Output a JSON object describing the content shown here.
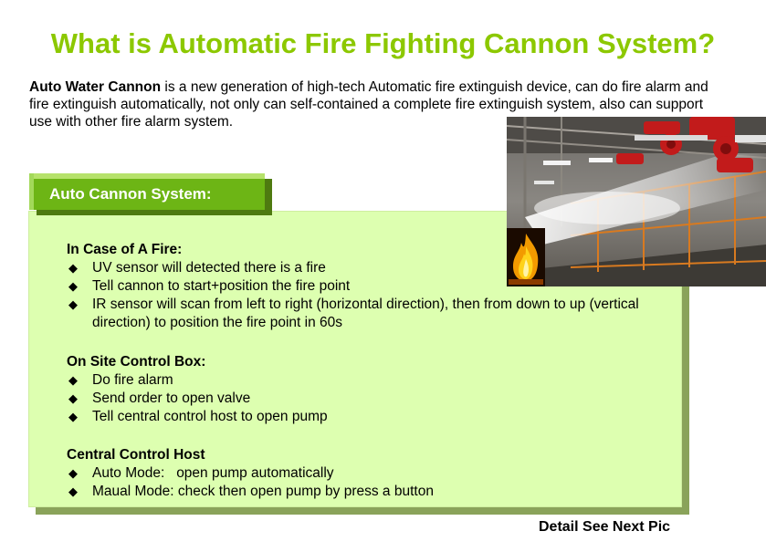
{
  "title": "What is Automatic Fire Fighting Cannon System?",
  "intro": {
    "lead": "Auto Water Cannon",
    "text": " is a new generation of high-tech Automatic fire extinguish device, can do fire alarm and fire extinguish automatically, not only can self-contained a complete fire extinguish system, also can support use with other fire alarm system."
  },
  "panel": {
    "tab_label": "Auto Cannon System:",
    "sections": [
      {
        "heading": "In Case of A Fire:",
        "items": [
          "UV sensor will detected there is a fire",
          "Tell cannon to start+position the fire point",
          "IR sensor will scan from left to right (horizontal direction), then from down to up (vertical direction) to position the fire point in 60s"
        ]
      },
      {
        "heading": "On Site Control Box:",
        "items": [
          "Do fire alarm",
          "Send order to open valve",
          "Tell central control host to open pump"
        ]
      },
      {
        "heading": "Central Control Host",
        "items": [
          "Auto Mode:   open pump automatically",
          "Maual Mode: check then open pump by press a button"
        ]
      }
    ]
  },
  "bullet_glyph": "◆",
  "footer": "Detail See Next Pic",
  "colors": {
    "title": "#8cc800",
    "panel_bg": "#ddffb0",
    "tab_bg": "#6db515"
  }
}
